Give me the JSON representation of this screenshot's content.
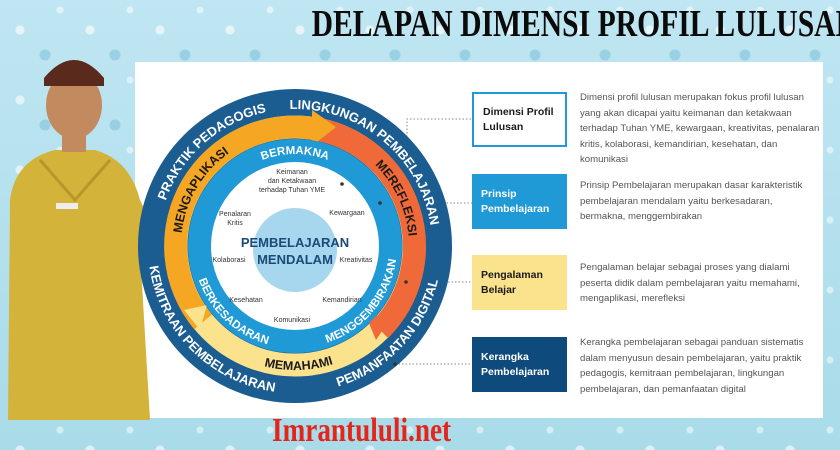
{
  "title": "DELAPAN DIMENSI PROFIL LULUSAN",
  "footer": "Imrantululi.net",
  "colors": {
    "dark_blue": "#1b5c91",
    "mid_blue": "#1f9ad6",
    "light_blue": "#a6d7ee",
    "orange": "#f5a623",
    "red_orange": "#ef6a38",
    "yellow": "#fbe28c",
    "title": "#0b0b0b",
    "footer": "#e3261c"
  },
  "diagram": {
    "center": [
      "PEMBELAJARAN",
      "MENDALAM"
    ],
    "framework": {
      "top_left": "PRAKTIK PEDAGOGIS",
      "top_right": "LINGKUNGAN PEMBELAJARAN",
      "bottom_left": "KEMITRAAN PEMBELAJARAN",
      "bottom_right": "PEMANFAATAN DIGITAL"
    },
    "experience": {
      "left": "MENGAPLIKASI",
      "right": "MEREFLEKSI",
      "bottom": "MEMAHAMI"
    },
    "principles": {
      "top": "BERMAKNA",
      "left": "BERKESADARAN",
      "right": "MENGGEMBIRAKAN"
    },
    "dimensions": {
      "keimanan": [
        "Keimanan",
        "dan Ketakwaan",
        "terhadap Tuhan YME"
      ],
      "kewargaan": "Kewargaan",
      "penalaran": [
        "Penalaran",
        "Kritis"
      ],
      "kreativitas": "Kreativitas",
      "kolaborasi": "Kolaborasi",
      "kemandirian": "Kemandirian",
      "kesehatan": "Kesehatan",
      "komunikasi": "Komunikasi"
    }
  },
  "legend": [
    {
      "label": [
        "Dimensi Profil",
        "Lulusan"
      ],
      "desc": "Dimensi profil lulusan merupakan fokus profil lulusan yang akan dicapai yaitu keimanan dan ketakwaan terhadap Tuhan YME, kewargaan, kreativitas, penalaran kritis, kolaborasi, kemandirian, kesehatan, dan komunikasi"
    },
    {
      "label": [
        "Prinsip",
        "Pembelajaran"
      ],
      "desc": "Prinsip Pembelajaran merupakan dasar karakteristik pembelajaran mendalam yaitu berkesadaran, bermakna, menggembirakan"
    },
    {
      "label": [
        "Pengalaman",
        "Belajar"
      ],
      "desc": "Pengalaman belajar sebagai proses yang dialami peserta didik dalam pembelajaran yaitu memahami, mengaplikasi, merefleksi"
    },
    {
      "label": [
        "Kerangka",
        "Pembelajaran"
      ],
      "desc": "Kerangka pembelajaran sebagai panduan sistematis dalam menyusun desain pembelajaran, yaitu praktik pedagogis, kemitraan pembelajaran, lingkungan pembelajaran, dan pemanfaatan digital"
    }
  ]
}
